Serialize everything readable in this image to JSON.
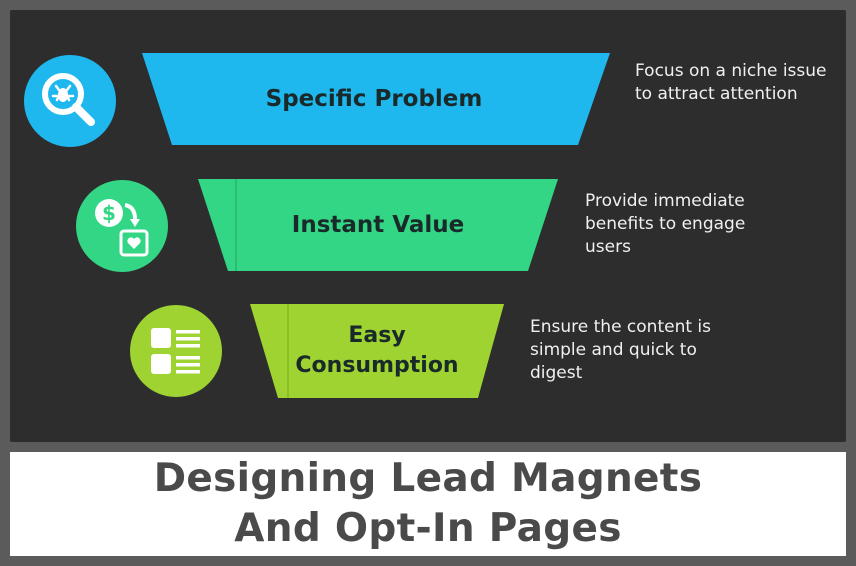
{
  "stages": [
    {
      "label_lines": [
        "Specific Problem"
      ],
      "desc_lines": [
        "Focus on a niche issue",
        "to attract attention"
      ],
      "color": "#1fb8ee",
      "icon": "search-bug-icon"
    },
    {
      "label_lines": [
        "Instant Value"
      ],
      "desc_lines": [
        "Provide immediate",
        "benefits to engage",
        "users"
      ],
      "color": "#33d684",
      "icon": "money-gift-icon"
    },
    {
      "label_lines": [
        "Easy",
        "Consumption"
      ],
      "desc_lines": [
        "Ensure the content is",
        "simple and quick to",
        "digest"
      ],
      "color": "#9ed331",
      "icon": "list-layout-icon"
    }
  ],
  "caption": {
    "line1": "Designing Lead Magnets",
    "line2": "And Opt-In Pages"
  }
}
